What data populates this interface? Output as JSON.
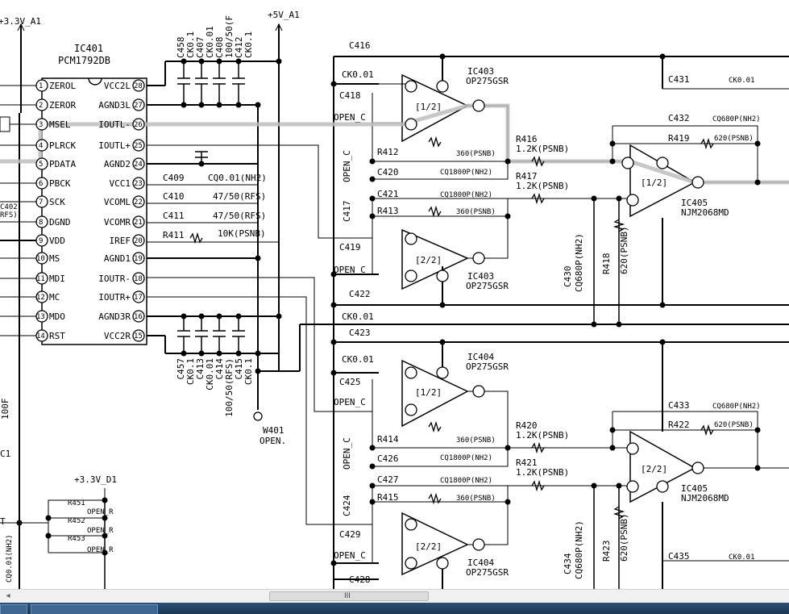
{
  "schematic": {
    "power": {
      "v33_a1": "+3.3V_A1",
      "v5_a1": "+5V_A1",
      "v33_d1": "+3.3V_D1"
    },
    "ic401": {
      "name": "IC401",
      "part": "PCM1792DB",
      "left_pins": [
        {
          "num": "1",
          "label": "ZEROL"
        },
        {
          "num": "2",
          "label": "ZEROR"
        },
        {
          "num": "3",
          "label": "MSEL"
        },
        {
          "num": "4",
          "label": "PLRCK"
        },
        {
          "num": "5",
          "label": "PDATA"
        },
        {
          "num": "6",
          "label": "PBCK"
        },
        {
          "num": "7",
          "label": "SCK"
        },
        {
          "num": "8",
          "label": "DGND"
        },
        {
          "num": "9",
          "label": "VDD"
        },
        {
          "num": "10",
          "label": "MS"
        },
        {
          "num": "11",
          "label": "MDI"
        },
        {
          "num": "12",
          "label": "MC"
        },
        {
          "num": "13",
          "label": "MDO"
        },
        {
          "num": "14",
          "label": "RST"
        }
      ],
      "right_pins": [
        {
          "num": "28",
          "label": "VCC2L"
        },
        {
          "num": "27",
          "label": "AGND3L"
        },
        {
          "num": "26",
          "label": "IOUTL-"
        },
        {
          "num": "25",
          "label": "IOUTL+"
        },
        {
          "num": "24",
          "label": "AGND2"
        },
        {
          "num": "23",
          "label": "VCC1"
        },
        {
          "num": "22",
          "label": "VCOML"
        },
        {
          "num": "21",
          "label": "VCOMR"
        },
        {
          "num": "20",
          "label": "IREF"
        },
        {
          "num": "19",
          "label": "AGND1"
        },
        {
          "num": "18",
          "label": "IOUTR-"
        },
        {
          "num": "17",
          "label": "IOUTR+"
        },
        {
          "num": "16",
          "label": "AGND3R"
        },
        {
          "num": "15",
          "label": "VCC2R"
        }
      ]
    },
    "top_caps": [
      "C458",
      "CK0.1",
      "C407",
      "CK0.01",
      "C408",
      "100/50(F",
      "C412",
      "CK0.1"
    ],
    "bottom_caps": [
      "C457",
      "CK0.1",
      "C413",
      "CK0.01",
      "C414",
      "100/50(RFS)",
      "C415",
      "CK0.1"
    ],
    "mid_parts": {
      "c409": "C409",
      "c409_val": "CQ0.01(NH2)",
      "c410": "C410",
      "c410_val": "47/50(RFS)",
      "c411": "C411",
      "c411_val": "47/50(RFS)",
      "r411": "R411",
      "r411_val": "10K(PSNB)"
    },
    "left_edge": {
      "c402": "C402",
      "c402_val": "RFS)",
      "c1": "C1",
      "x100f": "100F",
      "t": "T",
      "cq001": "CQ0.01(NH2)"
    },
    "w401": {
      "name": "W401",
      "val": "OPEN."
    },
    "d1_res": [
      {
        "name": "R451",
        "val": "OPEN_R"
      },
      {
        "name": "R452",
        "val": "OPEN_R"
      },
      {
        "name": "R453",
        "val": "OPEN_R"
      }
    ],
    "labels": {
      "c416": "C416",
      "ck001_a": "CK0.01",
      "c418": "C418",
      "open_c_a": "OPEN_C",
      "open_c_v1": "OPEN_C",
      "ic403a": "IC403",
      "op275_a": "OP275GSR",
      "half1": "[1/2]",
      "r412": "R412",
      "r412_val": "360(PSNB)",
      "c420": "C420",
      "c420_val": "CQ1800P(NH2)",
      "r416": "R416",
      "r416_val": "1.2K(PSNB)",
      "r417": "R417",
      "r417_val": "1.2K(PSNB)",
      "c421": "C421",
      "c421_val": "CQ1800P(NH2)",
      "r413": "R413",
      "r413_val": "360(PSNB)",
      "c417": "C417",
      "c419": "C419",
      "open_c_b": "OPEN_C",
      "half2": "[2/2]",
      "ic403b": "IC403",
      "op275_b": "OP275GSR",
      "c430": "C430",
      "c430_val": "CQ680P(NH2)",
      "r418": "R418",
      "r418_val": "620(PSNB)",
      "c431": "C431",
      "c431_val": "CK0.01",
      "c432": "C432",
      "c432_val": "CQ680P(NH2)",
      "r419": "R419",
      "r419_val": "620(PSNB)",
      "ic405a": "IC405",
      "njm_a": "NJM2068MD",
      "half3": "[1/2]",
      "c422": "C422",
      "ck001_b": "CK0.01",
      "c423": "C423",
      "ck001_c": "CK0.01",
      "c425": "C425",
      "open_c_c": "OPEN_C",
      "ic404a": "IC404",
      "op275_c": "OP275GSR",
      "half4": "[1/2]",
      "r414": "R414",
      "r414_val": "360(PSNB)",
      "c426": "C426",
      "c426_val": "CQ1800P(NH2)",
      "r420": "R420",
      "r420_val": "1.2K(PSNB)",
      "r421": "R421",
      "r421_val": "1.2K(PSNB)",
      "open_c_v2": "OPEN_C",
      "c424": "C424",
      "c427": "C427",
      "c427_val": "CQ1800P(NH2)",
      "r415": "R415",
      "r415_val": "360(PSNB)",
      "c429": "C429",
      "open_c_d": "OPEN_C",
      "half5": "[2/2]",
      "ic404b": "IC404",
      "op275_d": "OP275GSR",
      "c428": "C428",
      "c433": "C433",
      "c433_val": "CQ680P(NH2)",
      "r422": "R422",
      "r422_val": "620(PSNB)",
      "ic405b": "IC405",
      "njm_b": "NJM2068MD",
      "half6": "[2/2]",
      "c434": "C434",
      "c434_val": "CQ680P(NH2)",
      "r423": "R423",
      "r423_val": "620(PSNB)",
      "c435": "C435",
      "c435_val": "CK0.01"
    }
  },
  "scrollbar": {
    "grip": "III"
  }
}
